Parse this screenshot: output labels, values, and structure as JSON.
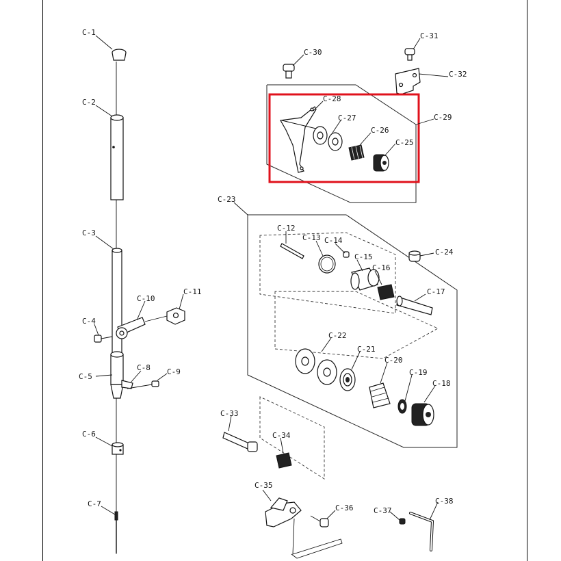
{
  "highlight_color": "#e0121c",
  "labels": {
    "c1": "C-1",
    "c2": "C-2",
    "c3": "C-3",
    "c4": "C-4",
    "c5": "C-5",
    "c6": "C-6",
    "c7": "C-7",
    "c8": "C-8",
    "c9": "C-9",
    "c10": "C-10",
    "c11": "C-11",
    "c12": "C-12",
    "c13": "C-13",
    "c14": "C-14",
    "c15": "C-15",
    "c16": "C-16",
    "c17": "C-17",
    "c18": "C-18",
    "c19": "C-19",
    "c20": "C-20",
    "c21": "C-21",
    "c22": "C-22",
    "c23": "C-23",
    "c24": "C-24",
    "c25": "C-25",
    "c26": "C-26",
    "c27": "C-27",
    "c28": "C-28",
    "c29": "C-29",
    "c30": "C-30",
    "c31": "C-31",
    "c32": "C-32",
    "c33": "C-33",
    "c34": "C-34",
    "c35": "C-35",
    "c36": "C-36",
    "c37": "C-37",
    "c38": "C-38"
  }
}
